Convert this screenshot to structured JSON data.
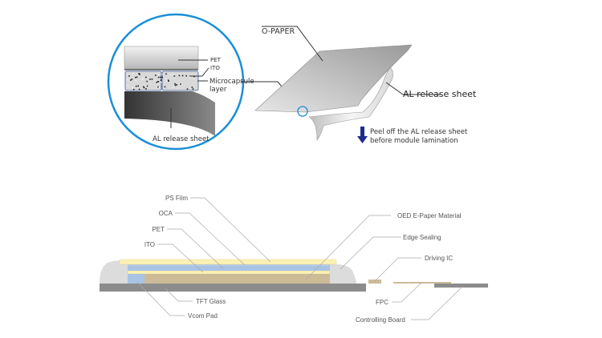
{
  "top_diagram": {
    "title_label": "O-PAPER",
    "release_sheet_label": "AL release sheet",
    "peel_note_line1": "Peel off the AL release sheet",
    "peel_note_line2": "before module  lamination",
    "inset": {
      "pet_label": "PET",
      "ito_label": "ITO",
      "microcapsule_label_line1": "Microcapsule",
      "microcapsule_label_line2": "layer",
      "release_sheet_label": "AL release sheet"
    },
    "colors": {
      "inset_ring": "#1a8fd8",
      "arrow": "#1f2a8a"
    }
  },
  "bottom_diagram": {
    "left_labels": {
      "ps_film": "PS Film",
      "oca": "OCA",
      "pet": "PET",
      "ito": "ITO",
      "tft_glass": "TFT Glass",
      "vcom_pad": "Vcom Pad"
    },
    "right_labels": {
      "oed_material": "OED E-Paper Material",
      "edge_sealing": "Edge Sealing",
      "driving_ic": "Driving IC",
      "fpc": "FPC",
      "controlling_board": "Controlling Board"
    },
    "colors": {
      "ps_film": "#fbf1b4",
      "oca_pet": "#a9c3e4",
      "ito": "#fbf1b4",
      "oed_material": "#cdbb98",
      "vcom_pad": "#a9c3e4",
      "tft_glass": "#8c8c8c",
      "edge_sealing": "#dcdcdc"
    }
  }
}
